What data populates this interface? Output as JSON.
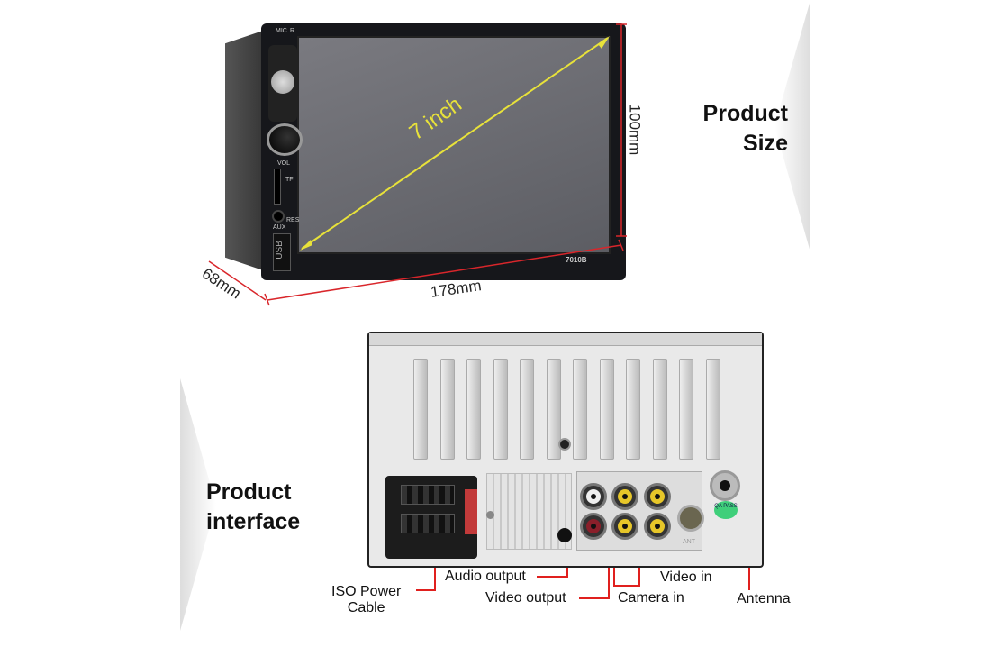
{
  "size_section": {
    "title_line1": "Product",
    "title_line2": "Size",
    "diagonal": "7 inch",
    "height": "100mm",
    "width": "178mm",
    "depth": "68mm"
  },
  "front_unit": {
    "model": "7010B",
    "mic": "MIC",
    "r": "R",
    "usb": "USB",
    "tf": "TF",
    "res": "RES",
    "aux": "AUX",
    "vol": "VOL"
  },
  "interface_section": {
    "title_line1": "Product",
    "title_line2": "interface",
    "labels": {
      "iso_power_line1": "ISO Power",
      "iso_power_line2": "Cable",
      "audio_output": "Audio output",
      "video_output": "Video output",
      "camera_in": "Camera in",
      "video_in": "Video in",
      "antenna": "Antenna"
    },
    "badge": "QA PASS",
    "ant": "ANT"
  },
  "colors": {
    "dimension": "#d9262b",
    "diagonal": "#e8e23a",
    "label_line": "#e0201e",
    "badge": "#3fcf7a"
  }
}
